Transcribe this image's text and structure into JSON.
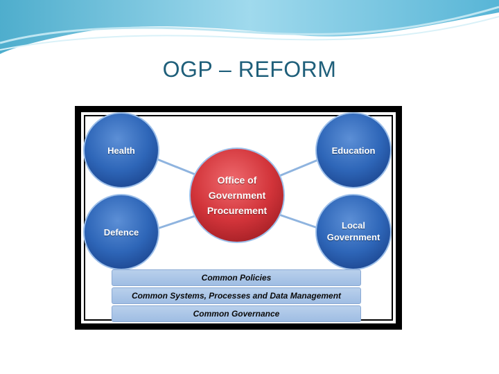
{
  "slide": {
    "title": "OGP – REFORM"
  },
  "diagram": {
    "center": "Office of Government Procurement",
    "nodes": {
      "health": "Health",
      "education": "Education",
      "defence": "Defence",
      "local_government": "Local Government"
    },
    "bands": {
      "policies": "Common Policies",
      "systems": "Common Systems, Processes  and Data Management",
      "governance": "Common Governance"
    }
  },
  "colors": {
    "title": "#1f5f7a",
    "node_blue": "#2e66b8",
    "center_red": "#d2343a",
    "band": "#aec6e8"
  }
}
